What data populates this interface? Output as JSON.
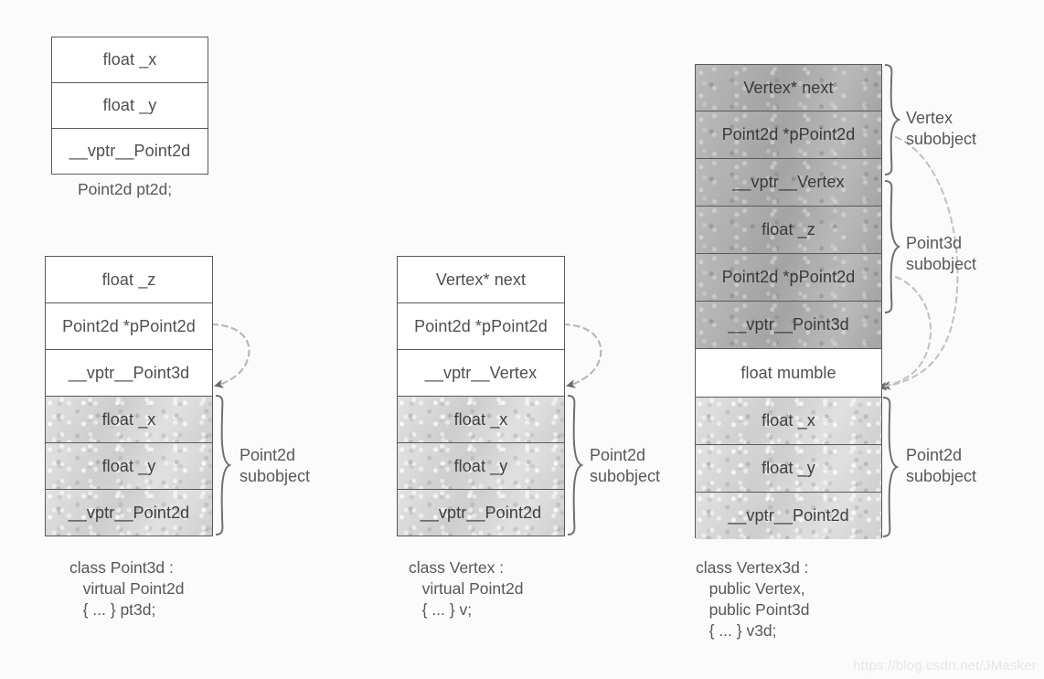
{
  "page": {
    "background": "#fbfbfb",
    "watermark": "https://blog.csdn.net/JMasker",
    "ink": "#4f4f4f",
    "border": "#5a5a5a",
    "shade_light": "#d6d6d6",
    "shade_dark": "#acacac"
  },
  "diagrams": [
    {
      "id": "point2d",
      "caption": "Point2d pt2d;",
      "slots": [
        {
          "label": "float _x",
          "shade": "plain"
        },
        {
          "label": "float _y",
          "shade": "plain"
        },
        {
          "label": "__vptr__Point2d",
          "shade": "plain"
        }
      ],
      "brackets": []
    },
    {
      "id": "point3d",
      "caption": "class Point3d :\n   virtual Point2d\n   { ... } pt3d;",
      "slots": [
        {
          "label": "float _z",
          "shade": "plain"
        },
        {
          "label": "Point2d *pPoint2d",
          "shade": "plain"
        },
        {
          "label": "__vptr__Point3d",
          "shade": "plain"
        },
        {
          "label": "float _x",
          "shade": "shade-light"
        },
        {
          "label": "float _y",
          "shade": "shade-light"
        },
        {
          "label": "__vptr__Point2d",
          "shade": "shade-light"
        }
      ],
      "brackets": [
        {
          "label": "Point2d\nsubobject"
        }
      ]
    },
    {
      "id": "vertex",
      "caption": "class Vertex :\n   virtual Point2d\n   { ... } v;",
      "slots": [
        {
          "label": "Vertex* next",
          "shade": "plain"
        },
        {
          "label": "Point2d *pPoint2d",
          "shade": "plain"
        },
        {
          "label": "__vptr__Vertex",
          "shade": "plain"
        },
        {
          "label": "float _x",
          "shade": "shade-light"
        },
        {
          "label": "float _y",
          "shade": "shade-light"
        },
        {
          "label": "__vptr__Point2d",
          "shade": "shade-light"
        }
      ],
      "brackets": [
        {
          "label": "Point2d\nsubobject"
        }
      ]
    },
    {
      "id": "vertex3d",
      "caption": "class Vertex3d :\n   public Vertex,\n   public Point3d\n   { ... } v3d;",
      "slots": [
        {
          "label": "Vertex* next",
          "shade": "shade-dark"
        },
        {
          "label": "Point2d *pPoint2d",
          "shade": "shade-dark"
        },
        {
          "label": "__vptr__Vertex",
          "shade": "shade-dark"
        },
        {
          "label": "float _z",
          "shade": "shade-dark"
        },
        {
          "label": "Point2d *pPoint2d",
          "shade": "shade-dark"
        },
        {
          "label": "__vptr__Point3d",
          "shade": "shade-dark"
        },
        {
          "label": "float mumble",
          "shade": "plain"
        },
        {
          "label": "float _x",
          "shade": "shade-light"
        },
        {
          "label": "float _y",
          "shade": "shade-light"
        },
        {
          "label": "__vptr__Point2d",
          "shade": "shade-light"
        }
      ],
      "brackets": [
        {
          "label": "Vertex\nsubobject"
        },
        {
          "label": "Point3d\nsubobject"
        },
        {
          "label": "Point2d\nsubobject"
        }
      ]
    }
  ],
  "labels": {
    "point2d_subobject": "Point2d\nsubobject",
    "vertex_subobject": "Vertex\nsubobject",
    "point3d_subobject": "Point3d\nsubobject"
  }
}
